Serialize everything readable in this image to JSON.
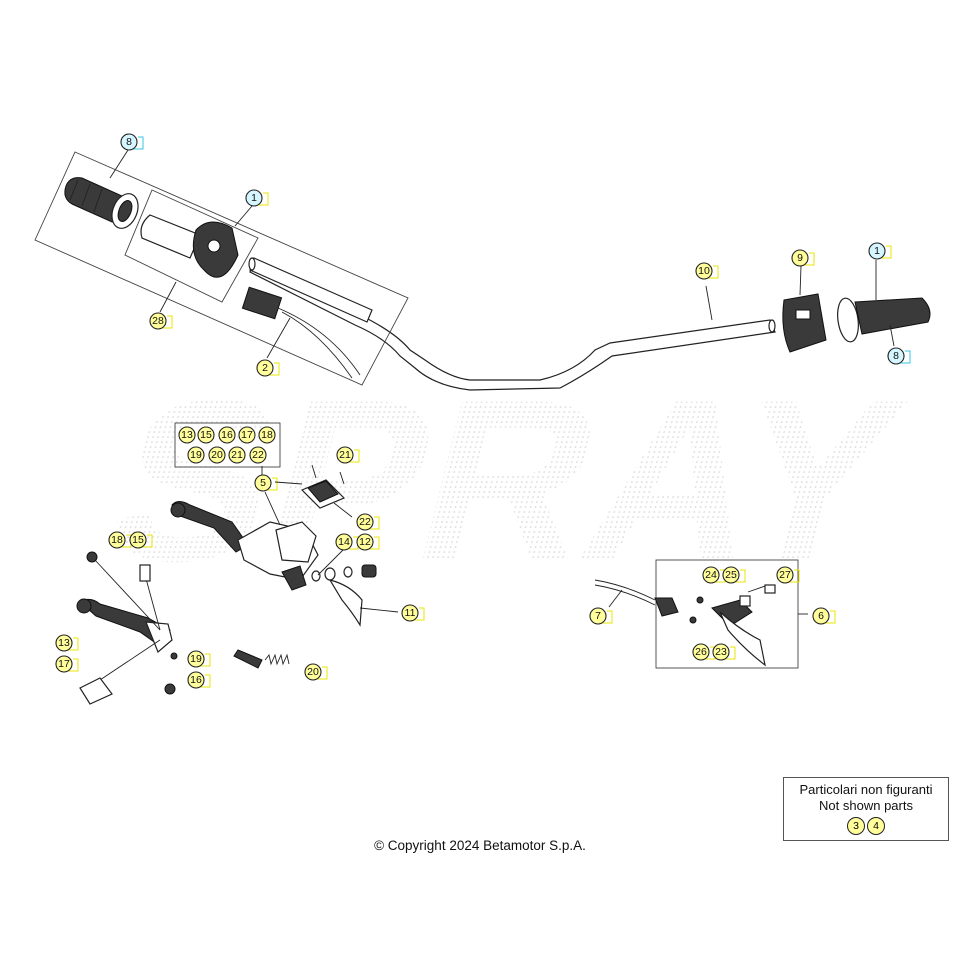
{
  "callouts": {
    "c8a": "8",
    "c1a": "1",
    "c28": "28",
    "c2": "2",
    "c10": "10",
    "c9": "9",
    "c1b": "1",
    "c8b": "8",
    "g13": "13",
    "g15": "15",
    "g16": "16",
    "g17": "17",
    "g18": "18",
    "g19": "19",
    "g20": "20",
    "g21": "21",
    "g22": "22",
    "c5": "5",
    "c21": "21",
    "c22": "22",
    "c14": "14",
    "c12": "12",
    "c11": "11",
    "c18": "18",
    "c15": "15",
    "c13": "13",
    "c17": "17",
    "c19": "19",
    "c16": "16",
    "c20": "20",
    "c7": "7",
    "c6": "6",
    "c24": "24",
    "c25": "25",
    "c27": "27",
    "c26": "26",
    "c23": "23"
  },
  "not_shown": {
    "line1": "Particolari non figuranti",
    "line2": "Not shown parts",
    "parts": [
      "3",
      "4"
    ]
  },
  "copyright": "© Copyright 2024 Betamotor S.p.A.",
  "watermark_text": "SPRAY",
  "colors": {
    "callout_yellow": "#fffe9a",
    "callout_cyan": "#d6f6ff",
    "ink": "#222222"
  }
}
